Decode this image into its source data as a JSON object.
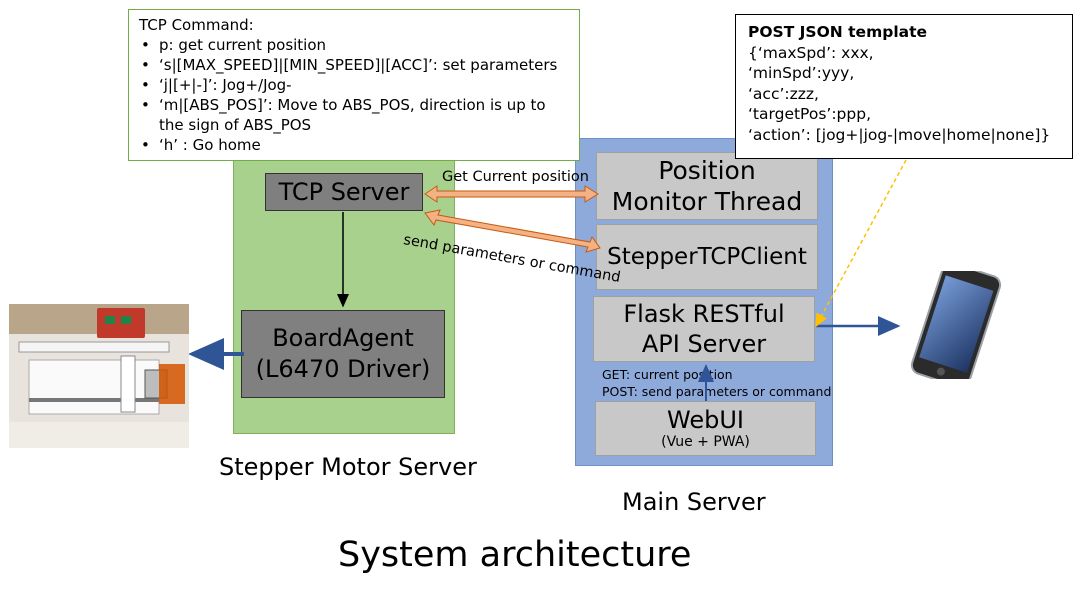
{
  "tcp_command": {
    "title": "TCP Command:",
    "items": [
      "p: get current position",
      "‘s|[MAX_SPEED]|[MIN_SPEED]|[ACC]’: set parameters",
      "‘j|[+|-]’: Jog+/Jog-",
      "‘m|[ABS_POS]’: Move to ABS_POS, direction is up to the sign of ABS_POS",
      "‘h’ : Go home"
    ]
  },
  "json_template": {
    "title": "POST JSON template",
    "lines": [
      "{‘maxSpd’: xxx,",
      "‘minSpd’:yyy,",
      "‘acc’:zzz,",
      "‘targetPos’:ppp,",
      "‘action’: [jog+|jog-|move|home|none]}"
    ]
  },
  "stepper_server": {
    "tcp_server": "TCP Server",
    "board_agent_line1": "BoardAgent",
    "board_agent_line2": "(L6470 Driver)",
    "caption": "Stepper Motor Server"
  },
  "main_server": {
    "position_monitor_line1": "Position",
    "position_monitor_line2": "Monitor Thread",
    "stepper_client": "StepperTCPClient",
    "flask_line1": "Flask RESTful",
    "flask_line2": "API Server",
    "api_get": "GET:   current position",
    "api_post": "POST: send parameters or command",
    "webui": "WebUI",
    "webui_sub": "(Vue + PWA)",
    "caption": "Main Server"
  },
  "arrow_labels": {
    "get_current_position": "Get Current position",
    "send_parameters": "send parameters or command"
  },
  "title": "System architecture",
  "colors": {
    "stepper_group": "#a9d18e",
    "main_group": "#8eaadb",
    "module": "#c8c8c8",
    "board": "#808080",
    "salmon_arrow": "#f4b183",
    "blue_arrow": "#2f5597",
    "dashed_connector": "#ffc000"
  }
}
